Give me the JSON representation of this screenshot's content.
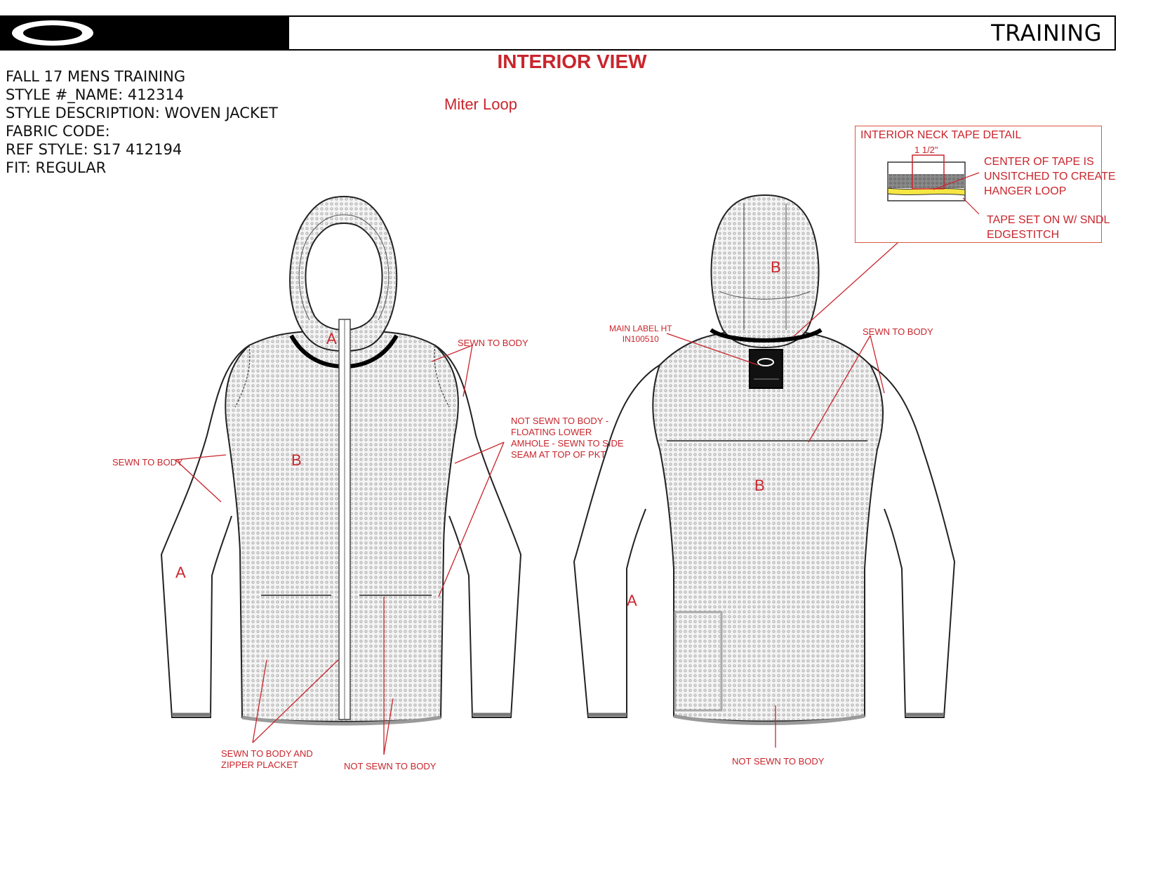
{
  "header": {
    "brand_logo": "oakley-ellipse-logo",
    "title": "TRAINING"
  },
  "view_title": "INTERIOR VIEW",
  "style_info": [
    "FALL 17 MENS TRAINING",
    "STYLE #_NAME: 412314",
    "STYLE DESCRIPTION: WOVEN JACKET",
    "FABRIC CODE:",
    "REF STYLE: S17 412194",
    "FIT: REGULAR"
  ],
  "miter_label": "Miter Loop",
  "detail": {
    "title": "INTERIOR NECK TAPE DETAIL",
    "measure": "1 1/2\"",
    "note_center": [
      "CENTER OF TAPE IS",
      "UNSITCHED TO CREATE",
      "HANGER LOOP"
    ],
    "note_tape": [
      "TAPE SET ON W/ SNDL",
      "EDGESTITCH"
    ]
  },
  "front": {
    "panel_a_hood": "A",
    "panel_b": "B",
    "panel_a_sleeve": "A",
    "note_sewn_right": "SEWN TO BODY",
    "note_sewn_left": "SEWN TO BODY",
    "note_not_sewn_side": [
      "NOT SEWN TO BODY -",
      "FLOATING LOWER",
      "AMHOLE - SEWN TO SIDE",
      "SEAM AT TOP OF PKT"
    ],
    "note_sewn_placket": [
      "SEWN TO BODY AND",
      "ZIPPER PLACKET"
    ],
    "note_not_sewn_hem": "NOT SEWN TO BODY"
  },
  "back": {
    "panel_b_hood": "B",
    "panel_b_body": "B",
    "panel_a_sleeve": "A",
    "note_main_label": [
      "MAIN LABEL HT",
      "IN100510"
    ],
    "note_sewn": "SEWN TO BODY",
    "note_not_sewn_hem": "NOT SEWN TO BODY"
  },
  "colors": {
    "accent_red": "#c9252c",
    "tape_yellow": "#f5e642",
    "mesh_gray": "#bdbdbd"
  }
}
